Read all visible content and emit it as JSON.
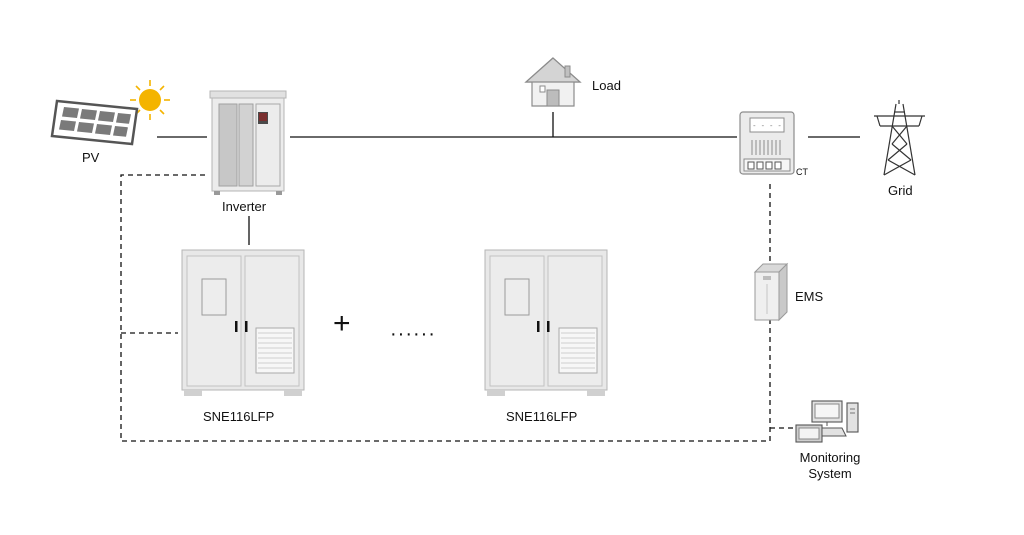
{
  "labels": {
    "pv": "PV",
    "inverter": "Inverter",
    "load": "Load",
    "ct": "CT",
    "grid": "Grid",
    "ems": "EMS",
    "battery_1": "SNE116LFP",
    "battery_2": "SNE116LFP",
    "plus": "+",
    "ellipsis": "······",
    "monitoring_line1": "Monitoring",
    "monitoring_line2": "System"
  },
  "icons": {
    "pv": "solar-panel-icon",
    "sun": "sun-icon",
    "inverter": "inverter-cabinet-icon",
    "load": "house-icon",
    "meter": "energy-meter-icon",
    "grid": "transmission-tower-icon",
    "ems": "server-tower-icon",
    "battery": "battery-cabinet-icon",
    "monitoring": "computer-icon"
  },
  "colors": {
    "line": "#111111",
    "cabinet": "#e8e8e8",
    "cabinet_border": "#b5b5b5",
    "panel_cell": "#7a7a7a",
    "sun": "#f4b400"
  }
}
